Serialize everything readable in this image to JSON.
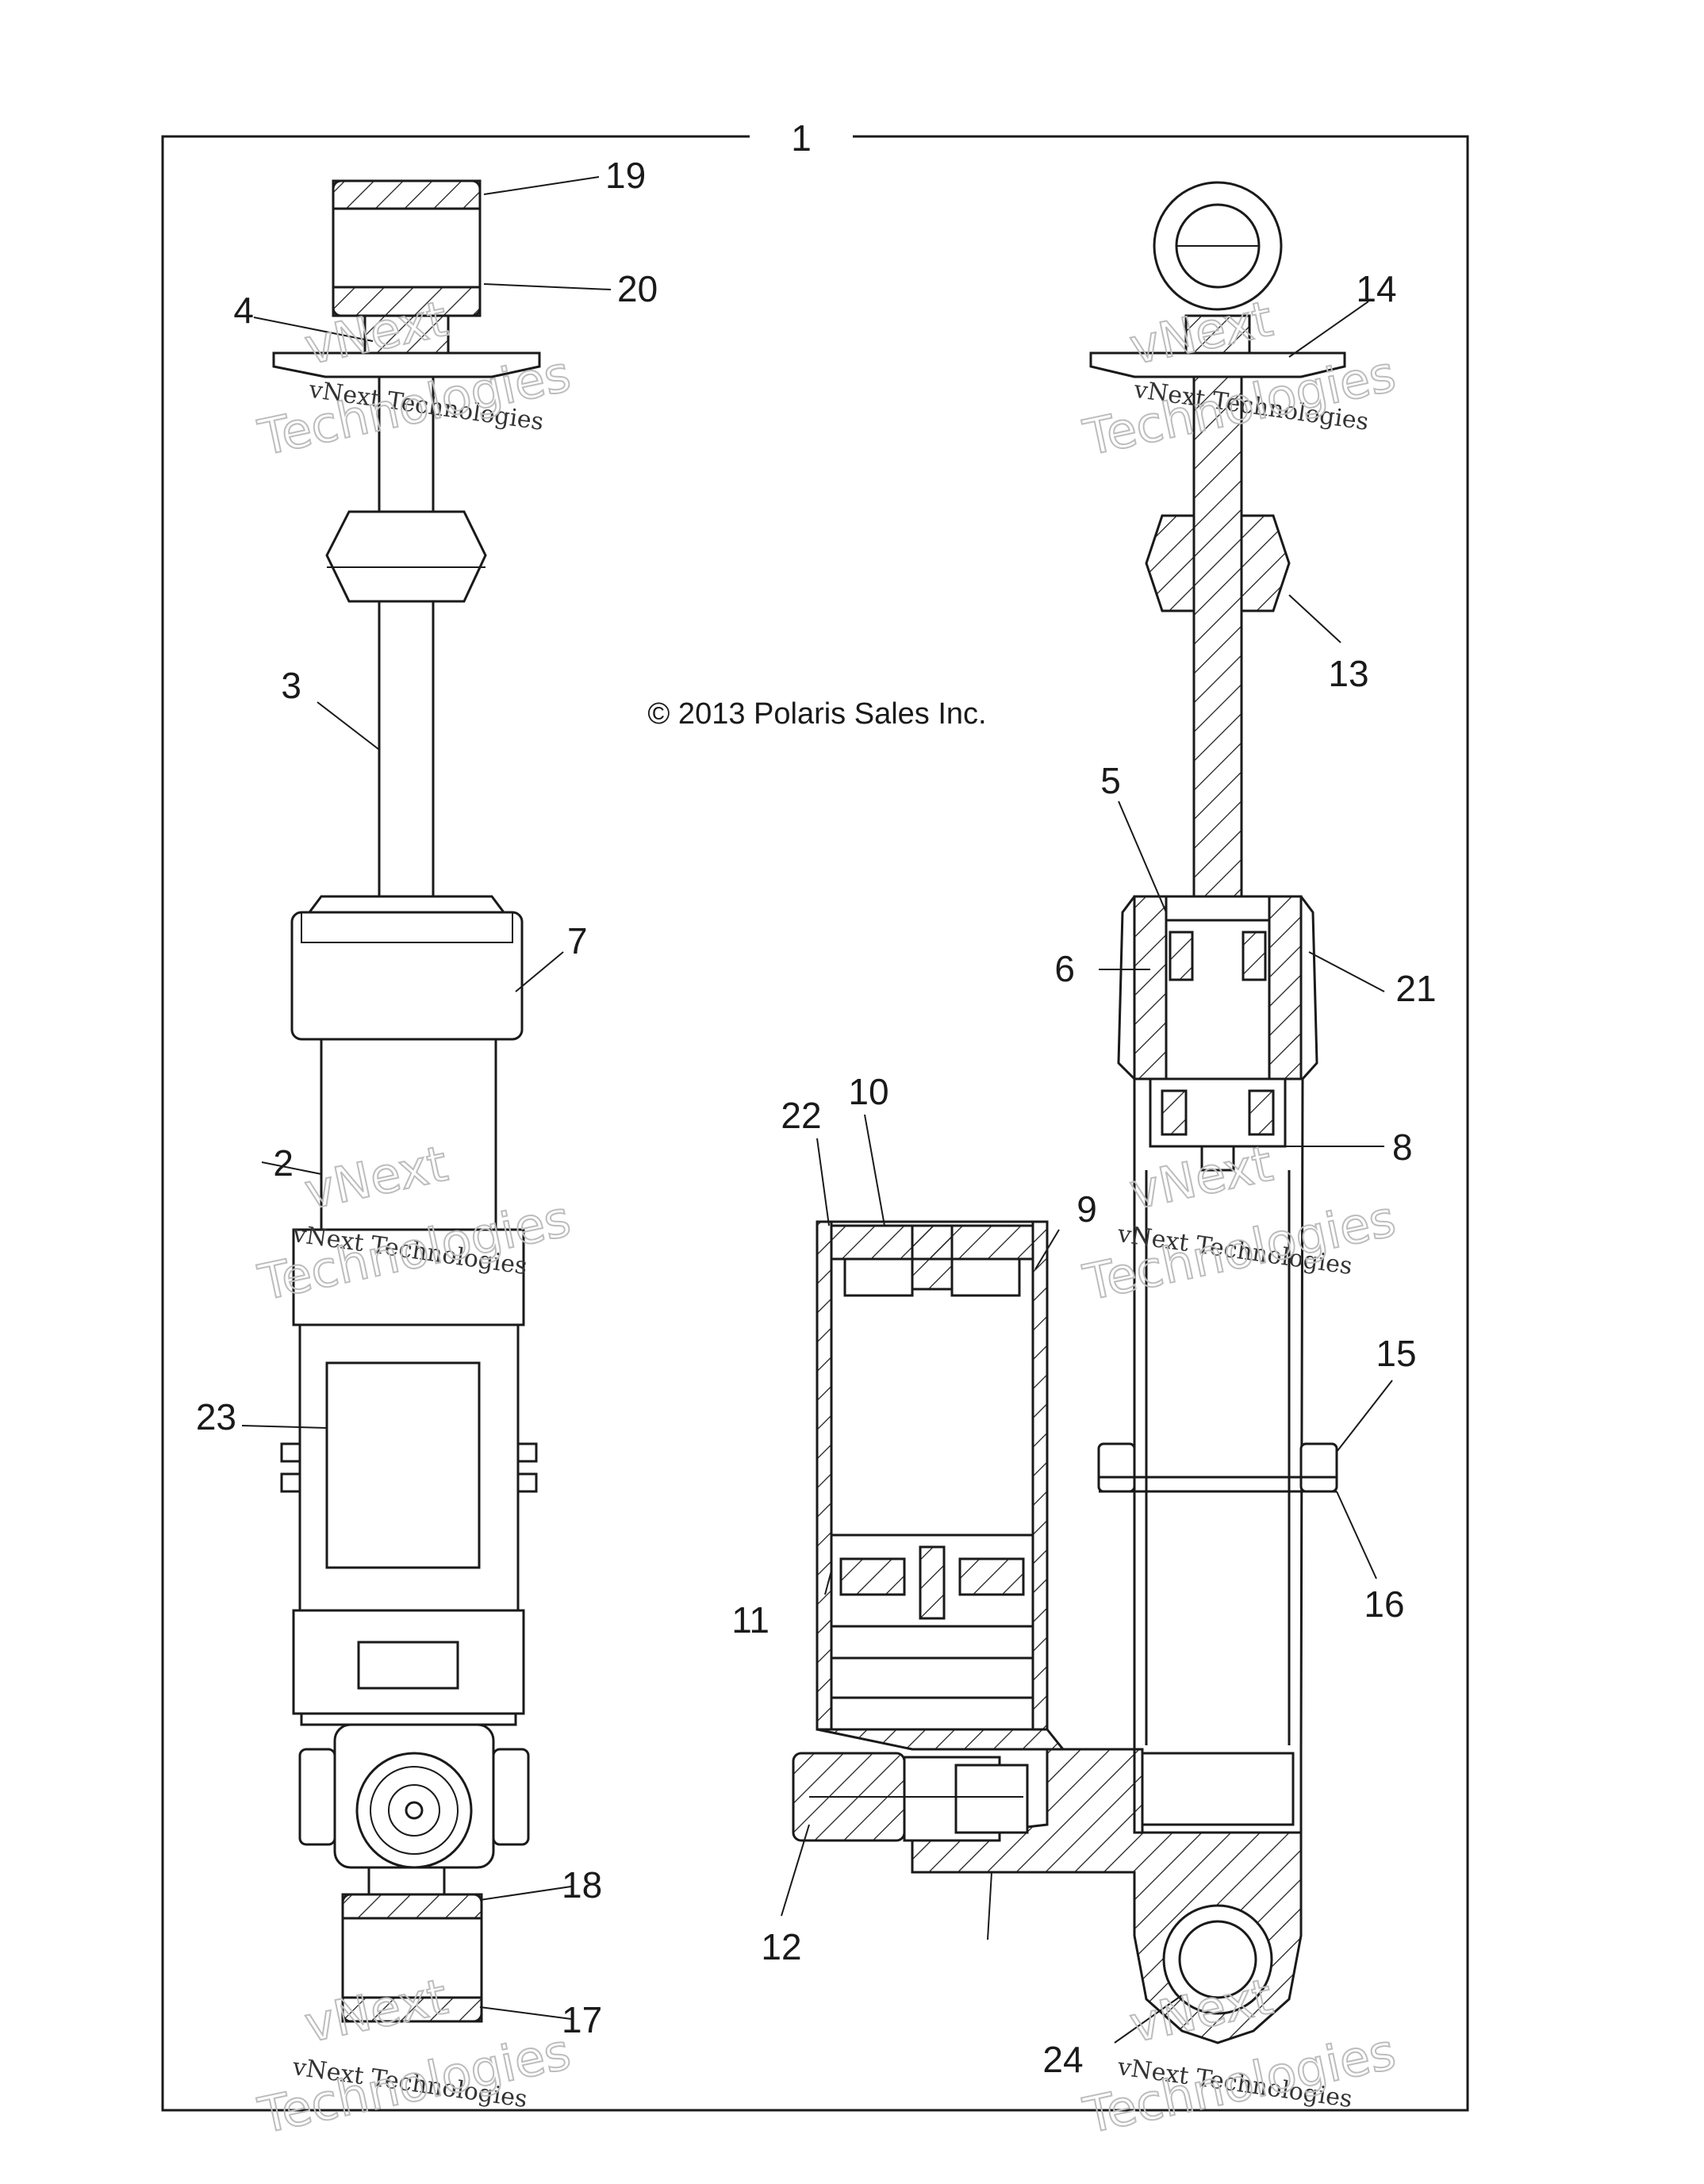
{
  "diagram": {
    "assembly_number": "1",
    "copyright": "© 2013 Polaris Sales Inc.",
    "watermark": {
      "line1": "vNext",
      "line2": "vNext Technologies",
      "line3": "Technologies"
    },
    "callouts": [
      "2",
      "3",
      "4",
      "5",
      "6",
      "7",
      "8",
      "9",
      "10",
      "11",
      "12",
      "13",
      "14",
      "15",
      "16",
      "17",
      "18",
      "19",
      "20",
      "21",
      "22",
      "23",
      "24"
    ]
  },
  "colors": {
    "line": "#1a1a1a",
    "watermark": "#bdbdbd",
    "background": "#ffffff"
  }
}
